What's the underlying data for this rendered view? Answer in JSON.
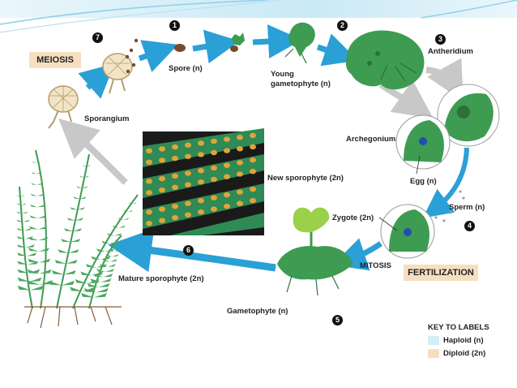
{
  "phases": {
    "meiosis": "MEIOSIS",
    "fertilization": "FERTILIZATION",
    "mitosis": "MITOSIS"
  },
  "steps": [
    "1",
    "2",
    "3",
    "4",
    "5",
    "6",
    "7"
  ],
  "labels": {
    "spore": "Spore (n)",
    "young_gametophyte_1": "Young",
    "young_gametophyte_2": "gametophyte (n)",
    "antheridium": "Antheridium",
    "archegonium": "Archegonium",
    "egg": "Egg (n)",
    "sperm": "Sperm (n)",
    "zygote": "Zygote (2n)",
    "new_sporophyte": "New sporophyte (2n)",
    "gametophyte": "Gametophyte (n)",
    "mature_sporophyte": "Mature sporophyte (2n)",
    "sporangium": "Sporangium"
  },
  "key": {
    "title": "KEY TO LABELS",
    "haploid": "Haploid (n)",
    "diploid": "Diploid (2n)"
  },
  "colors": {
    "arrow": "#2aa0d6",
    "haploid": "#d3eef5",
    "diploid": "#f6dfc0",
    "plant": "#3e9b52",
    "spore": "#7a4a2a"
  }
}
